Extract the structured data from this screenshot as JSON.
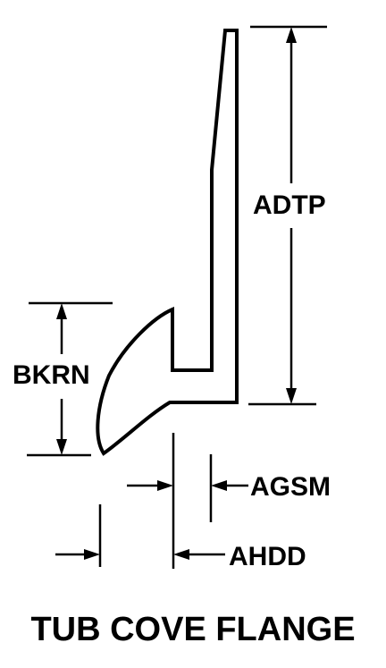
{
  "labels": {
    "adtp": "ADTP",
    "bkrn": "BKRN",
    "agsm": "AGSM",
    "ahdd": "AHDD"
  },
  "title": "TUB COVE FLANGE",
  "colors": {
    "line": "#000000",
    "background": "#ffffff"
  }
}
